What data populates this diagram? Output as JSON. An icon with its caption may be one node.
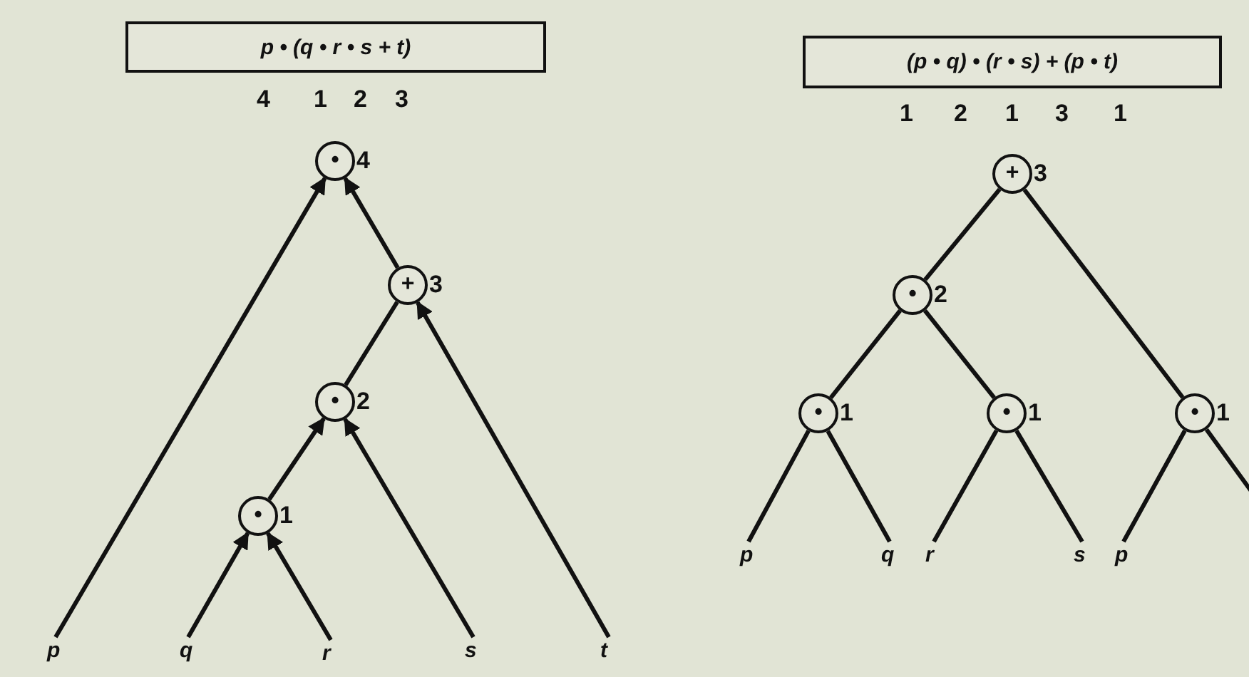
{
  "diagram": {
    "nodes": [
      {
        "text": [
          "p • (q • r • s + t)"
        ]
      },
      {
        "text": [
          "•"
        ],
        "beside": [
          "4"
        ]
      },
      {
        "text": [
          "+"
        ],
        "beside": [
          "3"
        ]
      },
      {
        "text": [
          "•"
        ],
        "beside": [
          "2"
        ]
      },
      {
        "text": [
          "•"
        ],
        "beside": [
          "1"
        ]
      },
      {
        "text": [
          "p"
        ]
      },
      {
        "text": [
          "q"
        ]
      },
      {
        "text": [
          "r"
        ]
      },
      {
        "text": [
          "s"
        ]
      },
      {
        "text": [
          "t"
        ]
      },
      {
        "text": [
          "(p • q) • (r • s) + (p • t)"
        ]
      },
      {
        "text": [
          "+"
        ],
        "beside": [
          "3"
        ]
      },
      {
        "text": [
          "•"
        ],
        "beside": [
          "2"
        ]
      },
      {
        "text": [
          "•"
        ],
        "beside": [
          "1"
        ]
      },
      {
        "text": [
          "•"
        ],
        "beside": [
          "1"
        ]
      },
      {
        "text": [
          "•"
        ],
        "beside": [
          "1"
        ]
      },
      {
        "text": [
          "p"
        ]
      },
      {
        "text": [
          "q"
        ]
      },
      {
        "text": [
          "r"
        ]
      },
      {
        "text": [
          "s"
        ]
      },
      {
        "text": [
          "p"
        ]
      }
    ],
    "edges": [
      {
        "from": 5,
        "to": 1,
        "arrow": "to"
      },
      {
        "from": 2,
        "to": 1,
        "arrow": "to"
      },
      {
        "from": 3,
        "to": 2,
        "arrow": "none"
      },
      {
        "from": 9,
        "to": 2,
        "arrow": "to"
      },
      {
        "from": 4,
        "to": 3,
        "arrow": "to"
      },
      {
        "from": 8,
        "to": 3,
        "arrow": "to"
      },
      {
        "from": 6,
        "to": 4,
        "arrow": "to"
      },
      {
        "from": 7,
        "to": 4,
        "arrow": "to"
      },
      {
        "from": 12,
        "to": 11,
        "arrow": "none"
      },
      {
        "from": 15,
        "to": 11,
        "arrow": "none"
      },
      {
        "from": 13,
        "to": 12,
        "arrow": "none"
      },
      {
        "from": 14,
        "to": 12,
        "arrow": "none"
      },
      {
        "from": 16,
        "to": 13,
        "arrow": "none"
      },
      {
        "from": 17,
        "to": 13,
        "arrow": "none"
      },
      {
        "from": 18,
        "to": 14,
        "arrow": "none"
      },
      {
        "from": 19,
        "to": 14,
        "arrow": "none"
      },
      {
        "from": 20,
        "to": 15,
        "arrow": "none"
      },
      {
        "from": null,
        "to": 15,
        "arrow": "none"
      }
    ],
    "labels": [
      "4",
      "1",
      "2",
      "3",
      "1",
      "2",
      "1",
      "3",
      "1"
    ]
  }
}
